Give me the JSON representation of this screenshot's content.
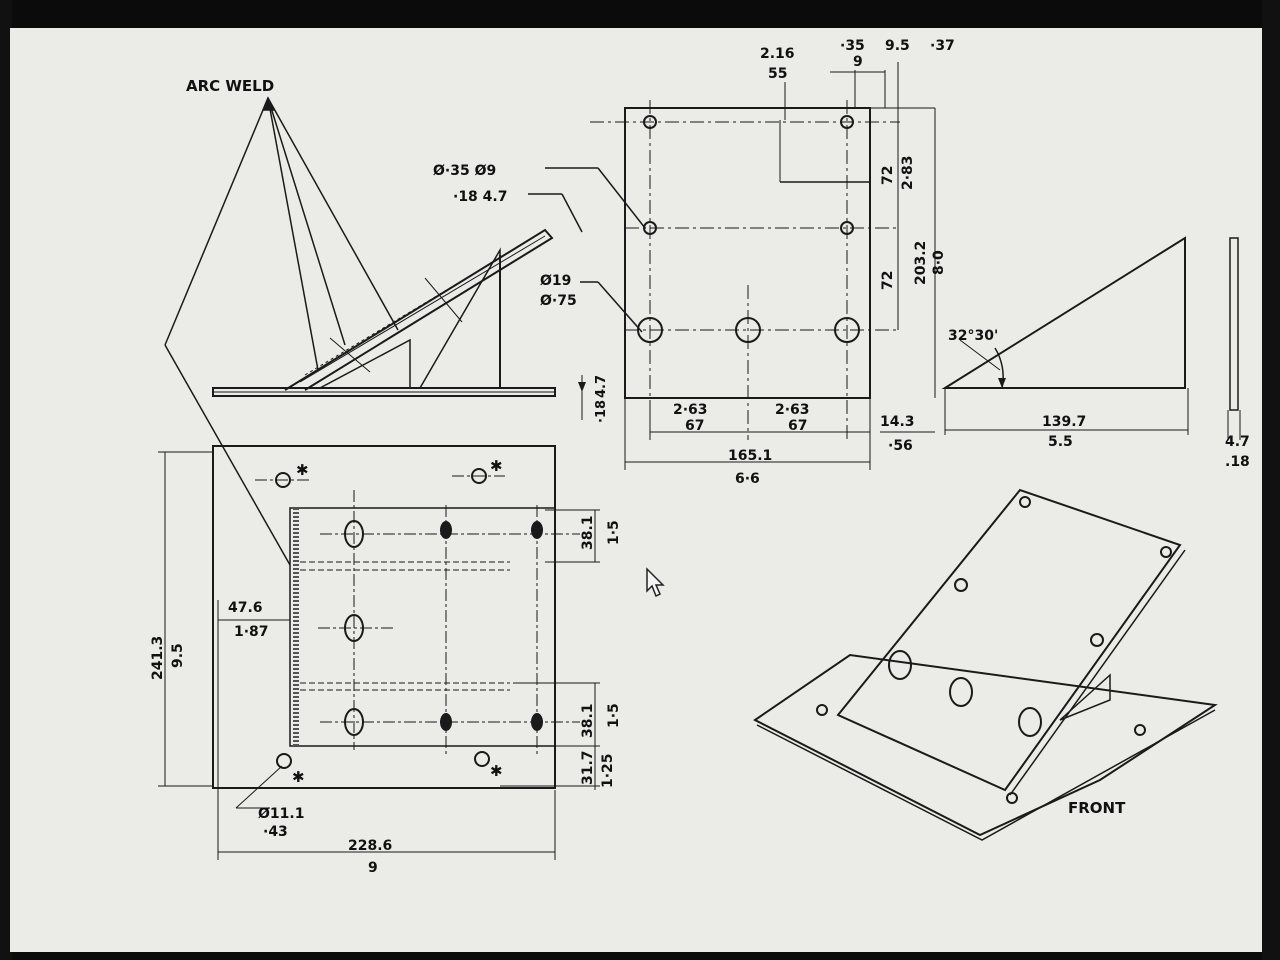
{
  "labels": {
    "arc_weld": "ARC WELD",
    "front": "FRONT",
    "angle": "32°30'"
  },
  "dims": {
    "d1_a": "2.16",
    "d1_b": "55",
    "d2_a": "·35",
    "d2_b": "9",
    "d3_a": "9.5",
    "d3_b": "·37",
    "v72a": "72",
    "v283": "2·83",
    "v72b": "72",
    "v2032": "203.2",
    "v80": "8·0",
    "h263a": "2·63",
    "h67a": "67",
    "h263b": "2·63",
    "h67b": "67",
    "h143": "14.3",
    "h56": "·56",
    "h1651": "165.1",
    "h66": "6·6",
    "h1397": "139.7",
    "h55": "5.5",
    "t47": "4.7",
    "t18": ".18",
    "hole_small_a": "Ø·35 Ø9",
    "hole_small_b": "·18 4.7",
    "hole_big_a": "Ø19",
    "hole_big_b": "Ø·75",
    "side_a": "·18",
    "side_b": "4.7",
    "v381a": "38.1",
    "v15a": "1·5",
    "v381b": "38.1",
    "v15b": "1·5",
    "v317": "31.7",
    "v125": "1·25",
    "v2413": "241.3",
    "v95": "9.5",
    "h476": "47.6",
    "h187": "1·87",
    "h2286": "228.6",
    "h9": "9",
    "hole_d_a": "Ø11.1",
    "hole_d_b": "·43",
    "star": "✱"
  },
  "cursor_icon": "arrow-cursor-icon"
}
